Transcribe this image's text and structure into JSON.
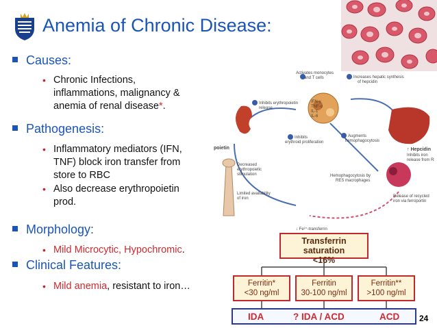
{
  "slide": {
    "title": "Anemia of Chronic Disease:",
    "page_number": "24"
  },
  "sections": [
    {
      "heading": "Causes:",
      "items": [
        {
          "lines": [
            "Chronic Infections,",
            "inflammations, malignancy &",
            "anemia of renal disease"
          ],
          "marker": "*",
          "suffix": "."
        }
      ]
    },
    {
      "heading": "Pathogenesis:",
      "items": [
        {
          "lines": [
            "Inflammatory mediators (IFN,",
            "TNF) block iron transfer from",
            "store to RBC"
          ]
        },
        {
          "lines": [
            "Also decrease erythropoietin",
            "prod."
          ]
        }
      ]
    },
    {
      "heading": "Morphology:",
      "items": [
        {
          "red": "Mild Microcytic, Hypochromic",
          "rest": "."
        }
      ]
    },
    {
      "heading": "Clinical Features:",
      "items": [
        {
          "red": "Mild anemia",
          "rest": ", resistant to iron…"
        }
      ]
    }
  ],
  "diagram": {
    "labels": {
      "monocytes": "Activates monocytes and T cells",
      "hepcidin_synth": "Increases hepatic synthesis of hepcidin",
      "inhibit_epo": "Inhibits erythropoietin release",
      "inhibit_prolif": "Inhibits erythroid proliferation",
      "augment": "Augments hemophagocytosis",
      "hepcidin": "↑ Hepcidin",
      "inhibit_iron": "Inhibits iron release from RES",
      "poietin": "poietin",
      "decreased_epo": "Decreased erythropoietic stimulation",
      "hemophago": "Hemophagocytosis by RES macrophages",
      "limited_iron": "Limited availability of iron",
      "recycled": "Release of recycled iron via ferroportin",
      "cytokines": [
        "IFN-γ",
        "TNF-α",
        "IL-1",
        "IL-6"
      ],
      "fe_transferrin": "↓ Fe³⁺-transferrin"
    },
    "transferrin_box": [
      "Transferrin saturation",
      "<16%"
    ],
    "ferritin_boxes": [
      [
        "Ferritin*",
        "<30 ng/ml"
      ],
      [
        "Ferritin",
        "30-100 ng/ml"
      ],
      [
        "Ferritin**",
        ">100 ng/ml"
      ]
    ],
    "diagnoses": [
      "IDA",
      "? IDA / ACD",
      "ACD"
    ]
  },
  "colors": {
    "title": "#1a55b4",
    "accent_red": "#d0282d",
    "box_fill": "#fdf3d6",
    "diagnosis_border": "#2a3a8a"
  }
}
